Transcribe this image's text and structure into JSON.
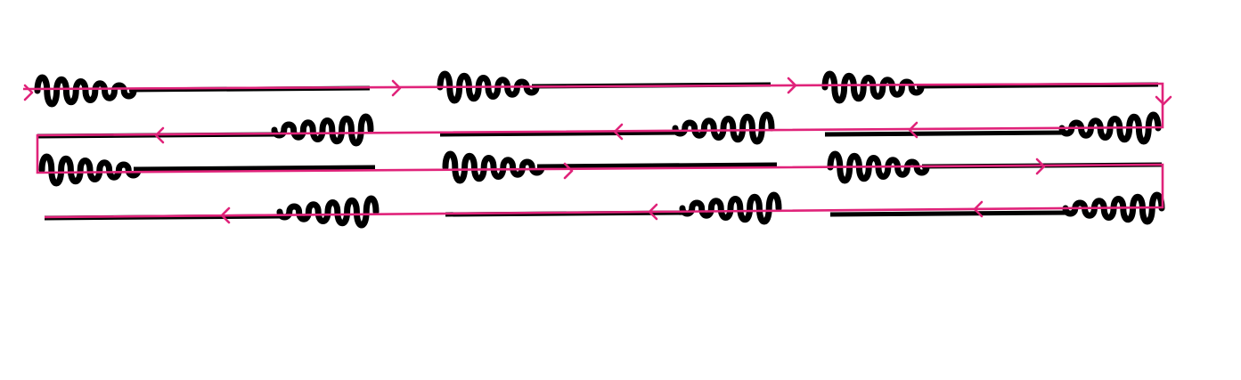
{
  "diagram": {
    "grid": {
      "rows": 4,
      "columns": 3
    },
    "strand_count": 12,
    "path_color": "#e0237a",
    "strand_color": "#000000",
    "rows": [
      {
        "row": 1,
        "coil_side": "left",
        "flow": "right"
      },
      {
        "row": 2,
        "coil_side": "right",
        "flow": "left"
      },
      {
        "row": 3,
        "coil_side": "left",
        "flow": "right"
      },
      {
        "row": 4,
        "coil_side": "right",
        "flow": "left"
      }
    ]
  }
}
